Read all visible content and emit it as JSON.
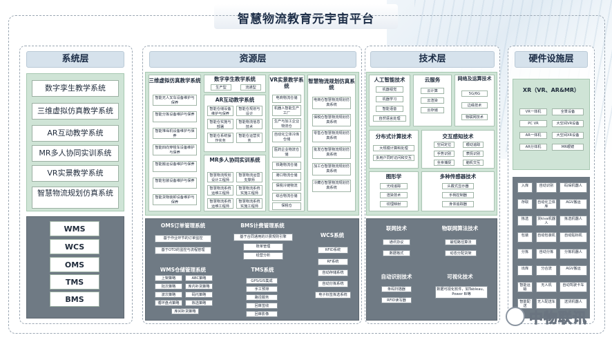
{
  "title": "智慧物流教育元宇宙平台",
  "system": {
    "header": "系统层",
    "items": [
      "数字孪生教学系统",
      "三维虚拟仿真教学系统",
      "AR互动教学系统",
      "MR多人协同实训系统",
      "VR实景教学系统",
      "智慧物流规划仿真系统"
    ],
    "software": [
      "WMS",
      "WCS",
      "OMS",
      "TMS",
      "BMS"
    ]
  },
  "resource": {
    "header": "资源层",
    "sim3d": {
      "title": "三维虚拟仿真教学系统",
      "items": [
        "智能无人叉车设备维护与保养",
        "智能分拣设备维护与保养",
        "智能堆垛机设备维护与保养",
        "智能四向穿梭车设备维护与保养",
        "智能搬运设备维护与保养",
        "智能包装设备维护与保养",
        "智能货物装卸设备维护与保养"
      ]
    },
    "twin": {
      "title": "数字孪生教学系统",
      "items": [
        "生产型",
        "流通型"
      ]
    },
    "ar": {
      "title": "AR互动教学系统",
      "items": [
        "智能仓储设备维护与保养",
        "智能仓规划与设计",
        "智能仓实施与部署",
        "智能物流信息技术",
        "智能仓系统操作实务",
        "智能仓运营实务"
      ]
    },
    "mr": {
      "title": "MR多人协同实训系统",
      "items": [
        "智慧物流规划设计工程师",
        "智慧物流运营支撑师",
        "智慧物流系统运维工程师",
        "智慧物流系统实施工程师",
        "智慧物流系统运维工程师",
        "智慧物流系统实施工程师"
      ]
    },
    "vr": {
      "title": "VR实景教学系统",
      "items": [
        "电商物流仓储",
        "机器人智能生产工厂",
        "生产与加工企业物流仓",
        "自动化立体冷库仓储",
        "医药企业物流仓储",
        "铁路物流仓储",
        "港口物流仓储",
        "保税冷链物流",
        "综合物流仓储",
        "保税仓"
      ]
    },
    "plan": {
      "title": "智慧物流规划仿真系统",
      "items": [
        "电商仓智慧物流规划仿真系统",
        "保税仓智慧物流规划仿真系统",
        "零售仓智慧物流规划仿真系统",
        "批发仓智慧物流规划仿真系统",
        "加工仓智慧物流规划仿真系统",
        "冷藏仓智慧物流规划仿真系统"
      ]
    },
    "oms": {
      "title": "OMS订单管理系统",
      "items": [
        "基于作业环节的订单监控",
        "基于OTD的监控与流程管理"
      ]
    },
    "bms": {
      "title": "BMS计费管理系统",
      "items": [
        "基于合同通用的计费规则引擎",
        "账单管理",
        "经营分析"
      ]
    },
    "wcs": {
      "title": "WCS系统",
      "items": [
        "RFID系统",
        "RF系统",
        "自动存储系统",
        "自动分拣系统",
        "电子标签拣选系统"
      ]
    },
    "wms": {
      "title": "WMS仓储管理系统",
      "items": [
        "上架策略",
        "ABC策略",
        "批次策略",
        "库内补货策略",
        "波次策略",
        "码托策略",
        "循环盘点策略",
        "拣选策略",
        "库间补货策略"
      ]
    },
    "tms": {
      "title": "TMS系统",
      "items": [
        "GPS/GIS集成",
        "手工预排",
        "路径服务",
        "回单签收",
        "回单影像"
      ]
    }
  },
  "tech": {
    "header": "技术层",
    "ai": {
      "title": "人工智能技术",
      "items": [
        "机器视觉",
        "机器学习",
        "智能语音",
        "自然语言处理"
      ]
    },
    "cloud": {
      "title": "云服务",
      "items": [
        "云计算",
        "云渲染",
        "云存储"
      ]
    },
    "net": {
      "title": "网络及运算技术",
      "items": [
        "5G/6G",
        "边缘技术",
        "物联网技术"
      ]
    },
    "dist": {
      "title": "分布式计算技术",
      "items": [
        "大规模计算和处理",
        "多用户同时访问和交互"
      ]
    },
    "inter": {
      "title": "交互感知技术",
      "items": [
        "空间定位",
        "眼动追踪",
        "手势识别",
        "表情识别",
        "全身捕捉",
        "脑机交互"
      ]
    },
    "graph": {
      "title": "图形学",
      "items": [
        "光线追踪",
        "渲染技术",
        "纹理映射"
      ]
    },
    "sensor": {
      "title": "多种传感器技术",
      "items": [
        "头戴式显示器",
        "手柄控制器",
        "身体追踪器"
      ]
    },
    "link": {
      "title": "联网技术",
      "items": [
        "通讯协议",
        "数据格式"
      ]
    },
    "iotalg": {
      "title": "物联网算法技术",
      "items": [
        "最短路径算法",
        "动态分配货架"
      ]
    },
    "autoid": {
      "title": "自动识别技术",
      "items": [
        "条码扫描器",
        "RFID读写器"
      ]
    },
    "vis": {
      "title": "可视化技术",
      "items": [
        "数据可视化软件，如Tableau、Power BI等"
      ]
    }
  },
  "hardware": {
    "header": "硬件设施层",
    "xr": {
      "title": "XR（VR、AR&MR）",
      "items": [
        "VR一体机",
        "全景设备",
        "PC VR",
        "大空间VR设备",
        "AR一体机",
        "大空间XR设备",
        "AR分体机",
        "MR眼镜"
      ]
    },
    "equip": [
      "入库",
      "自动识别",
      "码垛机器人",
      "存取",
      "自动化立体库",
      "AGV搬运",
      "拣选",
      "货kiva机器人",
      "拣选机器人",
      "包装",
      "自动包装机",
      "自动贴标机",
      "分拣",
      "自动分拣",
      "分拣机器人",
      "出库",
      "分合流",
      "AGV搬运",
      "智能运输",
      "无人机",
      "自动驾驶卡车",
      "智能配送",
      "无人配送车",
      "送货机器人"
    ]
  },
  "watermark": "中物联讯"
}
